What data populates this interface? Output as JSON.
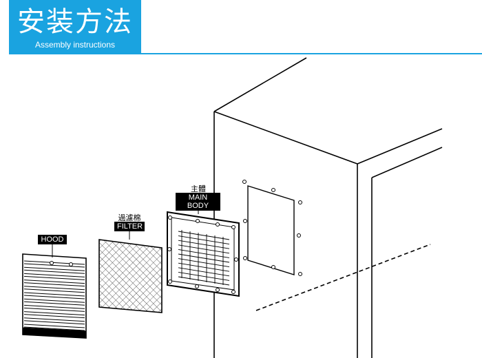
{
  "header": {
    "title_cn": "安装方法",
    "title_en": "Assembly instructions"
  },
  "parts": {
    "hood": {
      "label_en": "HOOD"
    },
    "filter": {
      "label_cn": "過濾棉",
      "label_en": "FILTER"
    },
    "main_body": {
      "label_cn": "主體",
      "label_en": "MAIN BODY"
    }
  },
  "colors": {
    "accent": "#1aa3e0",
    "line": "#000000",
    "label_bg": "#000000"
  }
}
